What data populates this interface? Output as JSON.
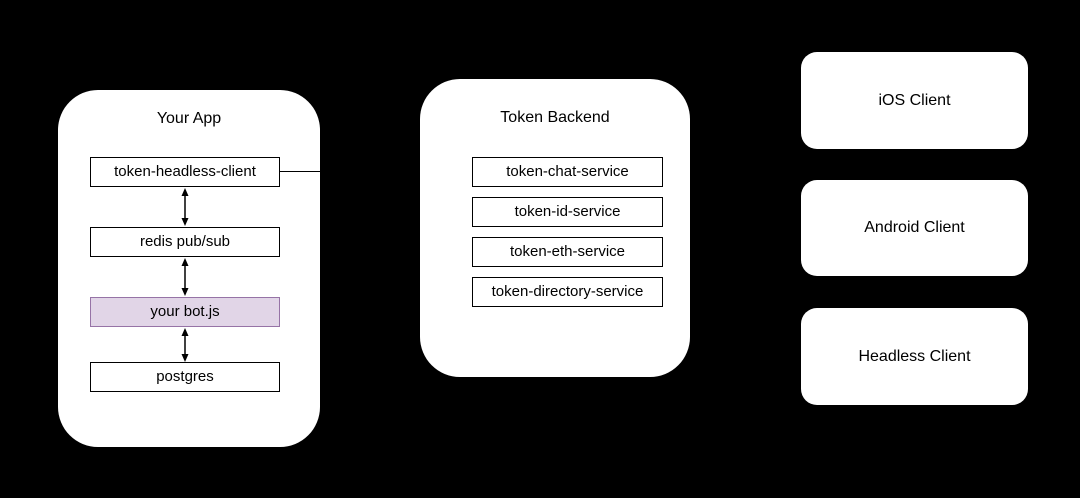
{
  "colors": {
    "background": "#000000",
    "container_fill": "#ffffff",
    "box_fill": "#ffffff",
    "box_border": "#000000",
    "highlight_fill": "#e1d5e7",
    "highlight_border": "#9673a6",
    "text": "#000000"
  },
  "your_app": {
    "title": "Your App",
    "nodes": [
      {
        "label": "token-headless-client"
      },
      {
        "label": "redis pub/sub"
      },
      {
        "label": "your bot.js"
      },
      {
        "label": "postgres"
      }
    ]
  },
  "token_backend": {
    "title": "Token Backend",
    "services": [
      {
        "label": "token-chat-service"
      },
      {
        "label": "token-id-service"
      },
      {
        "label": "token-eth-service"
      },
      {
        "label": "token-directory-service"
      }
    ]
  },
  "clients": [
    {
      "label": "iOS Client"
    },
    {
      "label": "Android Client"
    },
    {
      "label": "Headless Client"
    }
  ]
}
